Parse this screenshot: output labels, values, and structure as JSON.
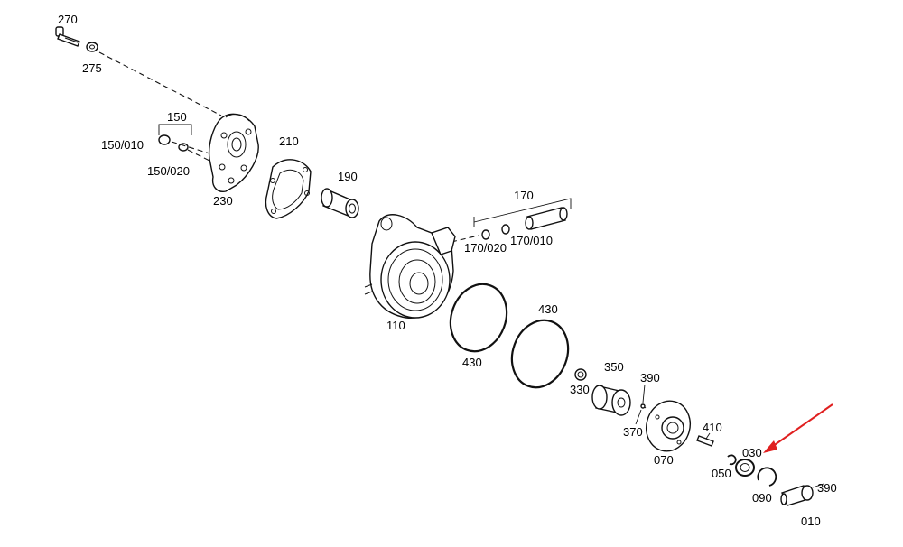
{
  "diagram": {
    "part_labels": {
      "p270": "270",
      "p275": "275",
      "p150": "150",
      "p150_010": "150/010",
      "p150_020": "150/020",
      "p230": "230",
      "p210": "210",
      "p190": "190",
      "p170": "170",
      "p170_020": "170/020",
      "p170_010": "170/010",
      "p110": "110",
      "p430a": "430",
      "p430b": "430",
      "p350": "350",
      "p330": "330",
      "p390a": "390",
      "p370": "370",
      "p410": "410",
      "p070": "070",
      "p030": "030",
      "p050": "050",
      "p090": "090",
      "p390b": "390",
      "p010": "010"
    },
    "highlighted_part": "030",
    "highlight_color": "#e02020"
  }
}
